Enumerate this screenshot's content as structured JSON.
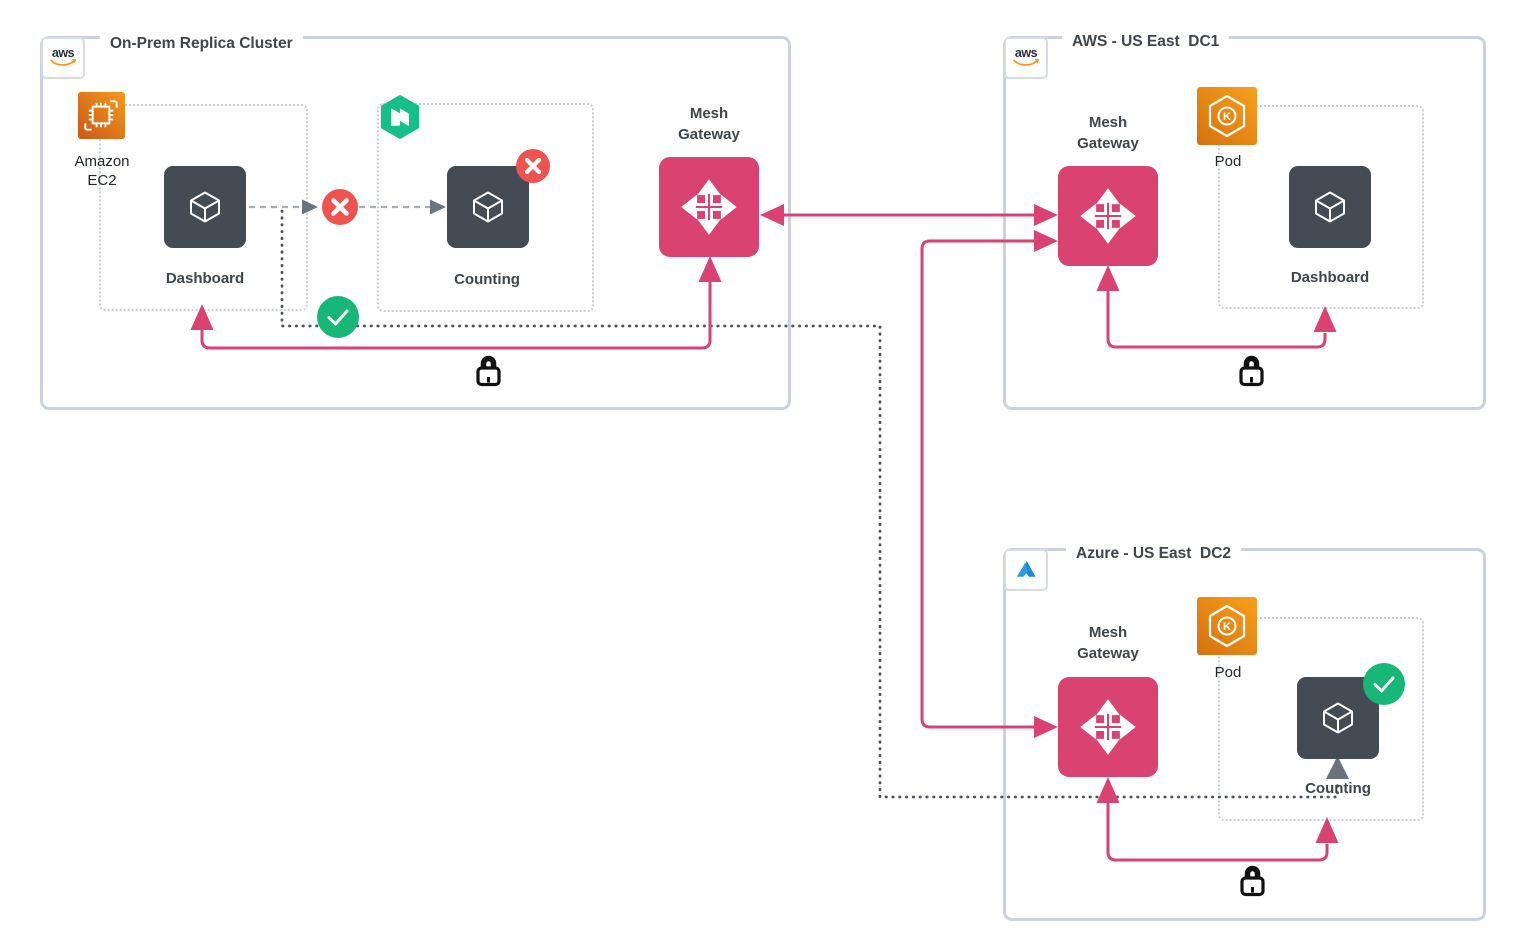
{
  "clusters": {
    "onprem": {
      "title": "On-Prem Replica Cluster",
      "provider": "aws"
    },
    "aws_dc1": {
      "title": "AWS - US East  DC1",
      "provider": "aws"
    },
    "azure_dc2": {
      "title": "Azure - US East  DC2",
      "provider": "azure"
    }
  },
  "nodes": {
    "mesh_gateway_label": "Mesh Gateway",
    "dashboard_label": "Dashboard",
    "counting_label": "Counting",
    "pod_label": "Pod",
    "amazon_ec2_label": "Amazon EC2"
  },
  "badges": {
    "aws_text": "aws",
    "eks_letter": "K"
  },
  "status": {
    "healthy": "check",
    "failed": "x",
    "secure": "lock"
  },
  "colors": {
    "pink": "#DA4272",
    "green": "#17B877",
    "red": "#EF5350",
    "slate": "#454B54",
    "nomad_green": "#17BF88",
    "azure_blue": "#1B89D8",
    "aws_orange": "#F7981D",
    "aws_navy": "#232F3E",
    "cluster_border": "#CBD2DC",
    "dark_dotted": "#4C535B",
    "gray_dashed": "#A6ADB5"
  }
}
